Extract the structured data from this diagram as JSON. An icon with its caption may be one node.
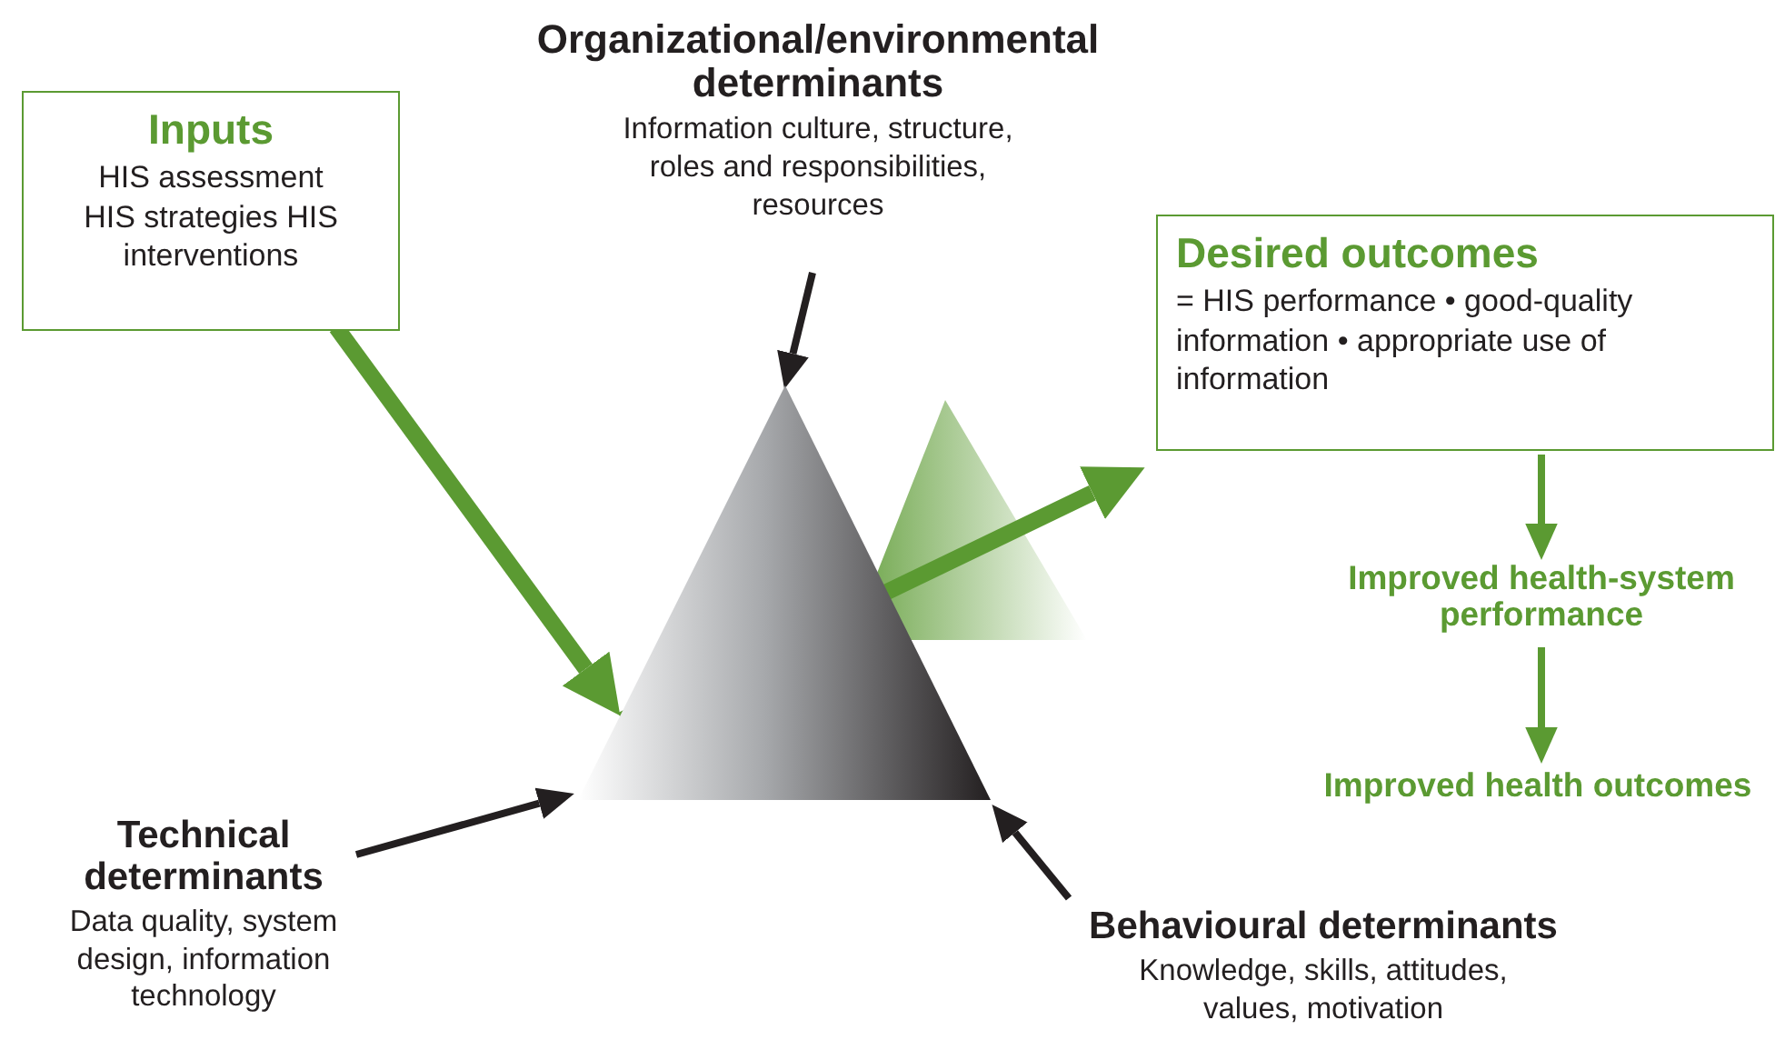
{
  "diagram": {
    "nodes": [
      {
        "text": [
          "Inputs",
          "HIS assessment HIS strategies HIS interventions"
        ]
      },
      {
        "text": [
          "Organizational/environmental determinants",
          "Information culture, structure, roles and responsibilities, resources"
        ]
      },
      {
        "text": [],
        "shape": "triangle"
      },
      {
        "text": [
          "Desired outcomes",
          "= HIS performance • good-quality information • appropriate use of information"
        ]
      },
      {
        "text": [
          "Improved health-system performance"
        ]
      },
      {
        "text": [
          "Improved health outcomes"
        ]
      },
      {
        "text": [
          "Technical determinants",
          "Data quality, system design, information technology"
        ]
      },
      {
        "text": [
          "Behavioural determinants",
          "Knowledge, skills, attitudes, values, motivation"
        ]
      }
    ],
    "edges": [
      {
        "from": 0,
        "to": 2,
        "arrow": "to",
        "style": "thick",
        "color": "#5b9a32"
      },
      {
        "from": 1,
        "to": 2,
        "arrow": "to",
        "color": "#231f20"
      },
      {
        "from": 2,
        "to": 3,
        "arrow": "to",
        "style": "thick",
        "color": "#5b9a32"
      },
      {
        "from": 3,
        "to": 4,
        "arrow": "to",
        "color": "#5b9a32"
      },
      {
        "from": 4,
        "to": 5,
        "arrow": "to",
        "color": "#5b9a32"
      },
      {
        "from": 6,
        "to": 2,
        "arrow": "to",
        "color": "#231f20"
      },
      {
        "from": 7,
        "to": 2,
        "arrow": "to",
        "color": "#231f20"
      }
    ]
  }
}
